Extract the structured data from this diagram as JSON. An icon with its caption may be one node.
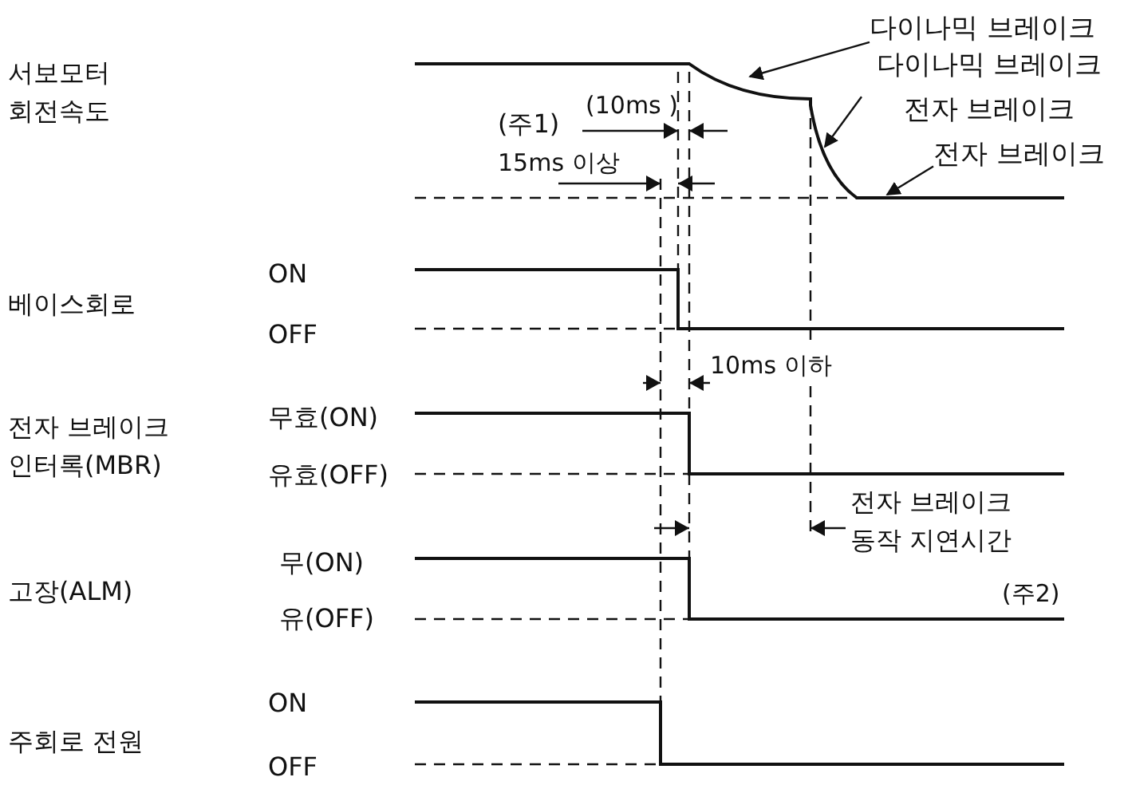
{
  "diagram": {
    "nodes": [
      {
        "text": [
          "다이나믹 브레이크"
        ]
      },
      {
        "text": [
          "다이나믹 브레이크 전자 브레이크"
        ]
      },
      {
        "text": [
          "전자 브레이크"
        ]
      }
    ],
    "edges": [
      {
        "from": 0,
        "to": null,
        "arrow": "to"
      },
      {
        "from": 1,
        "to": null,
        "arrow": "to"
      },
      {
        "from": 2,
        "to": null,
        "arrow": "to"
      }
    ],
    "labels": [
      "서보모터 회전속도",
      "(10ms )",
      "(주1)",
      "15ms 이상",
      "ON",
      "베이스회로",
      "OFF",
      "10ms 이하",
      "무효(ON)",
      "전자 브레이크 인터록(MBR)",
      "유효(OFF)",
      "전자 브레이크 동작 지연시간",
      "무(ON)",
      "고장(ALM)",
      "(주2)",
      "유(OFF)",
      "ON",
      "주회로 전원",
      "OFF"
    ]
  }
}
